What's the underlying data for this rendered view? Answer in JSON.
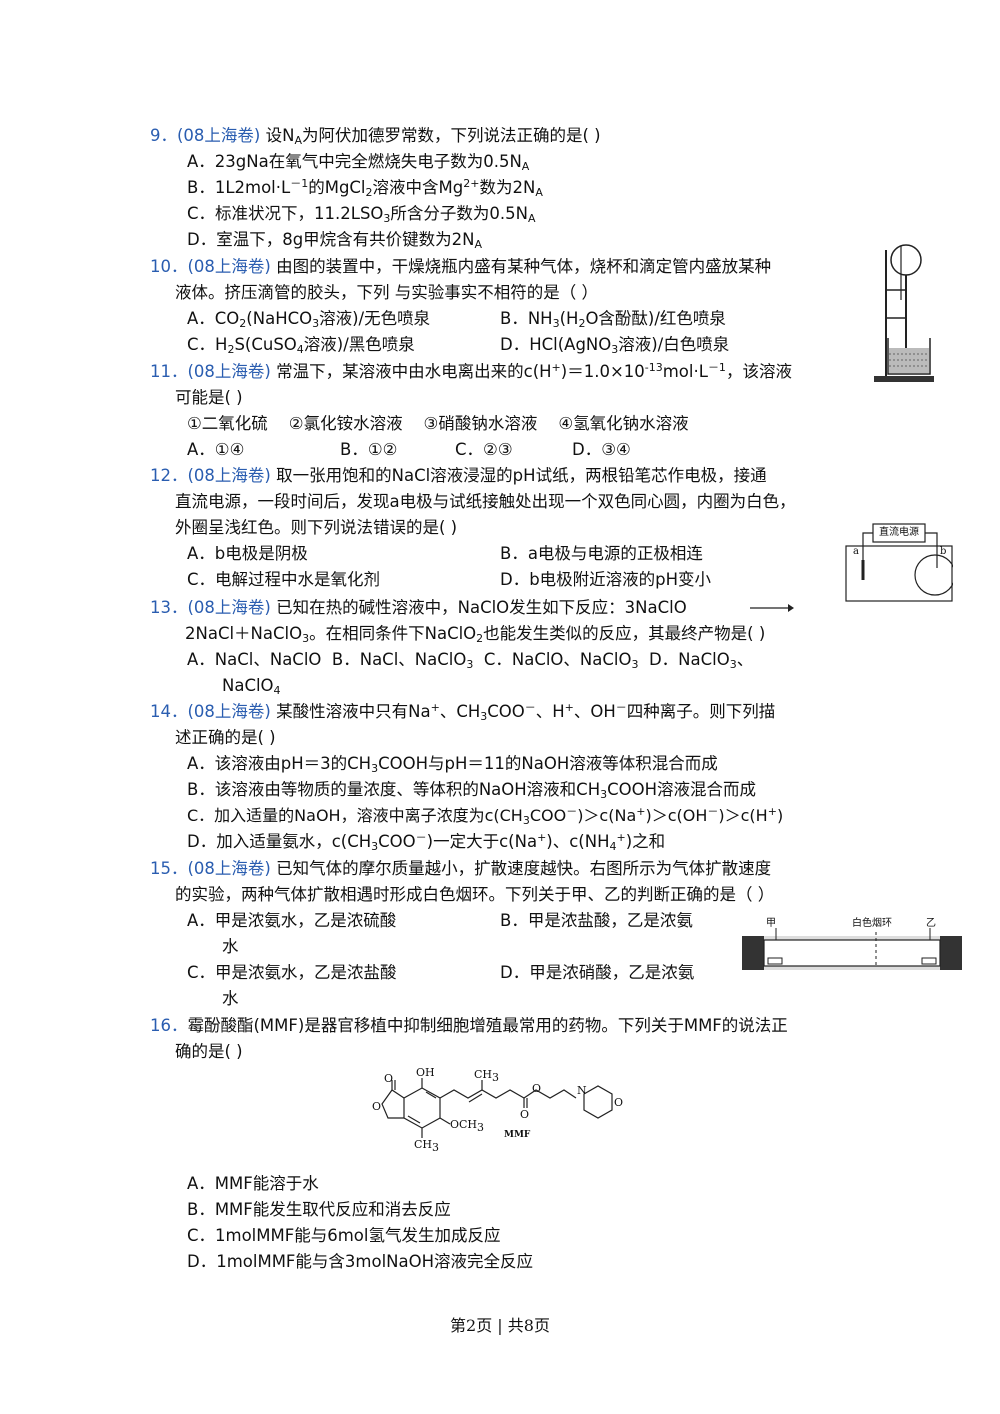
{
  "q9": {
    "num": "9．",
    "source": "(08上海卷)",
    "stem": "设N",
    "stem_sub": "A",
    "stem_rest": "为阿伏加德罗常数，下列说法正确的是(    )",
    "a": "A．23gNa在氧气中完全燃烧失电子数为0.5N",
    "a_sub": "A",
    "b": "B．1L2mol·L",
    "b_sup": "－1",
    "b_mid": "的MgCl",
    "b_sub": "2",
    "b_mid2": "溶液中含Mg",
    "b_sup2": "2+",
    "b_end": "数为2N",
    "b_sub2": "A",
    "c": "C．标准状况下，11.2LSO",
    "c_sub": "3",
    "c_mid": "所含分子数为0.5N",
    "c_sub2": "A",
    "d": "D．室温下，8g甲烷含有共价键数为2N",
    "d_sub": "A"
  },
  "q10": {
    "num": "10．",
    "source": "(08上海卷)",
    "stem1": "由图的装置中，干燥烧瓶内盛有某种气体，烧杯和滴定管内盛放某种",
    "stem2": "液体。挤压滴管的胶头，下列 与实验事实不相符的是（    ）",
    "a1": "A．CO",
    "a_sub": "2",
    "a2": "(NaHCO",
    "a_sub2": "3",
    "a3": "溶液)/无色喷泉",
    "b1": "B．NH",
    "b_sub": "3",
    "b2": "(H",
    "b_sub2": "2",
    "b3": "O含酚酞)/红色喷泉",
    "c1": "C．H",
    "c_sub": "2",
    "c2": "S(CuSO",
    "c_sub2": "4",
    "c3": "溶液)/黑色喷泉",
    "d1": "D．HCl(AgNO",
    "d_sub": "3",
    "d2": "溶液)/白色喷泉"
  },
  "q11": {
    "num": "11．",
    "source": "(08上海卷)",
    "stem1": "常温下，某溶液中由水电离出来的c(H",
    "sup1": "+",
    "stem2": ")＝1.0×10",
    "sup2": "-13",
    "stem3": "mol·L",
    "sup3": "－1",
    "stem4": "，该溶液",
    "stem5": "可能是(    )",
    "items": "①二氧化硫    ②氯化铵水溶液    ③硝酸钠水溶液    ④氢氧化钠水溶液",
    "a": "A．①④",
    "b": "B．①②",
    "c": "C．②③",
    "d": "D．③④"
  },
  "q12": {
    "num": "12．",
    "source": "(08上海卷)",
    "stem1": "取一张用饱和的NaCl溶液浸湿的pH试纸，两根铅笔芯作电极，接通",
    "stem2": "直流电源，一段时间后，发现a电极与试纸接触处出现一个双色同心圆，内圈为白色，",
    "stem3": "外圈呈浅红色。则下列说法错误的是(    )",
    "a": "A．b电极是阴极",
    "b": "B．a电极与电源的正极相连",
    "c": "C．电解过程中水是氧化剂",
    "d": "D．b电极附近溶液的pH变小",
    "fig_power": "直流电源",
    "fig_a": "a",
    "fig_b": "b"
  },
  "q13": {
    "num": "13．",
    "source": "(08上海卷)",
    "stem1": "已知在热的碱性溶液中，NaClO发生如下反应：3NaClO",
    "stem2a": "2NaCl＋NaClO",
    "stem2_sub": "3",
    "stem2b": "。在相同条件下NaClO",
    "stem2_sub2": "2",
    "stem2c": "也能发生类似的反应，其最终产物是(    )",
    "opts1": "A．NaCl、NaClO",
    "opts2": "B．NaCl、NaClO",
    "opts2_sub": "3",
    "opts3": "C．NaClO、NaClO",
    "opts3_sub": "3",
    "opts4": "D．NaClO",
    "opts4_sub": "3",
    "opts4b": "、",
    "opts5": "NaClO",
    "opts5_sub": "4"
  },
  "q14": {
    "num": "14．",
    "source": "(08上海卷)",
    "stem1a": "某酸性溶液中只有Na",
    "s1": "+",
    "stem1b": "、CH",
    "s2": "3",
    "stem1c": "COO",
    "s3": "－",
    "stem1d": "、H",
    "s4": "+",
    "stem1e": "、OH",
    "s5": "－",
    "stem1f": "四种离子。则下列描",
    "stem2": "述正确的是(    )",
    "a1": "A．该溶液由pH＝3的CH",
    "a_sub": "3",
    "a2": "COOH与pH＝11的NaOH溶液等体积混合而成",
    "b1": "B．该溶液由等物质的量浓度、等体积的NaOH溶液和CH",
    "b_sub": "3",
    "b2": "COOH溶液混合而成",
    "c1": "C．加入适量的NaOH，溶液中离子浓度为c(CH",
    "c_sub": "3",
    "c2": "COO",
    "c_sup": "－",
    "c3": ")＞c(Na",
    "c_sup2": "+",
    "c4": ")＞c(OH",
    "c_sup3": "－",
    "c5": ")＞c(H",
    "c_sup4": "+",
    "c6": ")",
    "d1": "D．加入适量氨水，c(CH",
    "d_sub": "3",
    "d2": "COO",
    "d_sup": "－",
    "d3": ")一定大于c(Na",
    "d_sup2": "+",
    "d4": ")、c(NH",
    "d_sub2": "4",
    "d_sup3": "+",
    "d5": ")之和"
  },
  "q15": {
    "num": "15．",
    "source": "(08上海卷)",
    "stem1": "已知气体的摩尔质量越小，扩散速度越快。右图所示为气体扩散速度",
    "stem2": "的实验，两种气体扩散相遇时形成白色烟环。下列关于甲、乙的判断正确的是（    ）",
    "a1": "A．甲是浓氨水，乙是浓硫酸",
    "a2": "水",
    "b1": "B．甲是浓盐酸，乙是浓氨",
    "c1": "C．甲是浓氨水，乙是浓盐酸",
    "c2": "水",
    "d1": "D．甲是浓硝酸，乙是浓氨",
    "fig_jia": "甲",
    "fig_yi": "乙",
    "fig_ring": "白色烟环"
  },
  "q16": {
    "num": "16．",
    "stem1": "霉酚酸酯(MMF)是器官移植中抑制细胞增殖最常用的药物。下列关于MMF的说法正",
    "stem2": "确的是(    )",
    "a": "A．MMF能溶于水",
    "b": "B．MMF能发生取代反应和消去反应",
    "c": "C．1molMMF能与6mol氢气发生加成反应",
    "d": "D．1molMMF能与含3molNaOH溶液完全反应",
    "fig_oh": "OH",
    "fig_ch3a": "CH",
    "fig_ch3a_sub": "3",
    "fig_o1": "O",
    "fig_o2": "O",
    "fig_o3": "O",
    "fig_o4": "O",
    "fig_o5": "O",
    "fig_och3": "OCH",
    "fig_och3_sub": "3",
    "fig_ch3b": "CH",
    "fig_ch3b_sub": "3",
    "fig_n": "N",
    "fig_label": "MMF"
  },
  "footer": "第2页 | 共8页"
}
